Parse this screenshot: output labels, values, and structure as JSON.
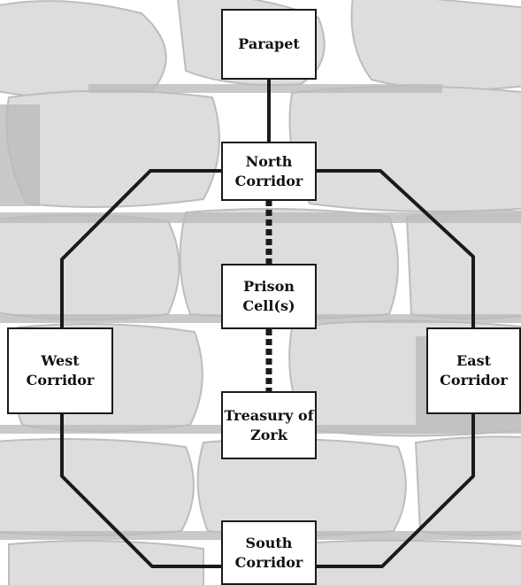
{
  "rooms": {
    "parapet": "Parapet",
    "north_corridor": "North\nCorridor",
    "prison_cells": "Prison\nCell(s)",
    "treasury": "Treasury of\nZork",
    "west_corridor": "West\nCorridor",
    "east_corridor": "East\nCorridor",
    "south_corridor": "South\nCorridor"
  },
  "colors": {
    "background": "#ffffff",
    "stone_fill": "#dcdcdc",
    "stone_shade": "#b5b5b5",
    "line": "#1a1a1a"
  }
}
